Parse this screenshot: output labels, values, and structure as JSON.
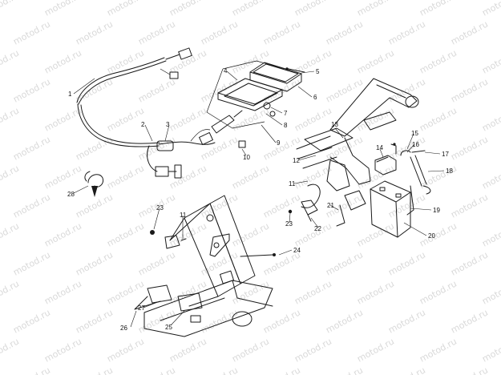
{
  "watermark": {
    "text": "motod.ru"
  },
  "callouts": [
    "1",
    "2",
    "3",
    "4",
    "5",
    "6",
    "7",
    "8",
    "9",
    "10",
    "11",
    "12",
    "13",
    "14",
    "15",
    "16",
    "17",
    "18",
    "19",
    "20",
    "21",
    "22",
    "23",
    "24",
    "25",
    "26",
    "27",
    "28"
  ],
  "colors": {
    "ink": "#1a1a1a",
    "background": "#ffffff",
    "watermark": "#d9d9d9"
  }
}
